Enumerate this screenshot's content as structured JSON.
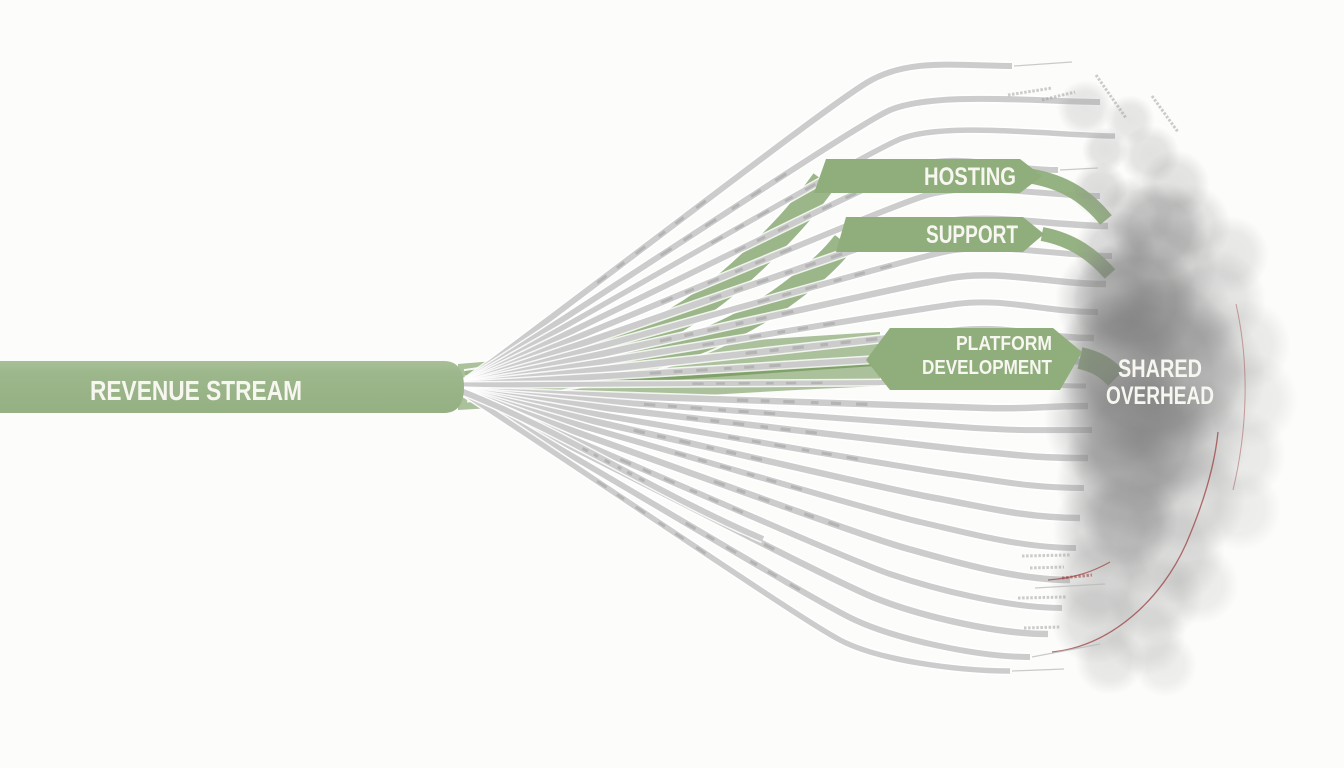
{
  "page": {
    "background": "#fcfcfb"
  },
  "diagram": {
    "type": "sankey-flow-infographic",
    "source": {
      "label": "REVENUE STREAM"
    },
    "categories": [
      {
        "label": "HOSTING"
      },
      {
        "label": "SUPPORT"
      },
      {
        "label_line1": "PLATFORM",
        "label_line2": "DEVELOPMENT"
      }
    ],
    "sink": {
      "label_line1": "SHARED",
      "label_line2": "OVERHEAD"
    },
    "stream_micro_labels": "illegible",
    "colors": {
      "band_green": "#9cb78b",
      "band_green_dark": "#8fae7b",
      "wedge_green": "#a2ba90",
      "ribbon_green": "#96b383",
      "platform_stream_green": "#7da065",
      "stream_gray": "#c8c8c8",
      "stream_texture": "#9b9b9b",
      "stream_underlay": "#ffffff",
      "cloud_gray": "#8f8f8f",
      "cloud_core": "#6b6b6b",
      "accent_red": "#9b4040",
      "hairline_gray": "#b5b5b5",
      "label_white": "#f7f6f0"
    }
  }
}
